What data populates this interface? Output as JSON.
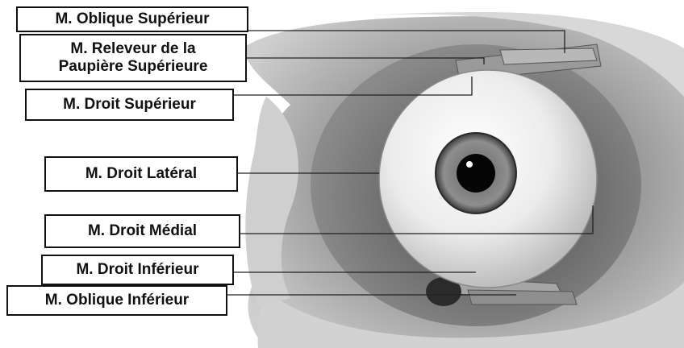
{
  "labels": {
    "oblique_superieur": "M. Oblique Supérieur",
    "releveur_line1": "M. Releveur de la",
    "releveur_line2": "Paupière Supérieure",
    "droit_superieur": "M. Droit Supérieur",
    "droit_lateral": "M. Droit Latéral",
    "droit_medial": "M. Droit Médial",
    "droit_inferieur": "M. Droit Inférieur",
    "oblique_inferieur": "M. Oblique Inférieur"
  },
  "colors": {
    "background": "#ffffff",
    "label_border": "#111111",
    "leader_line": "#222222",
    "sclera": "#efefef",
    "iris": "#6d6d6d",
    "pupil": "#050505",
    "orbit_bone": "#bdbdbd"
  }
}
